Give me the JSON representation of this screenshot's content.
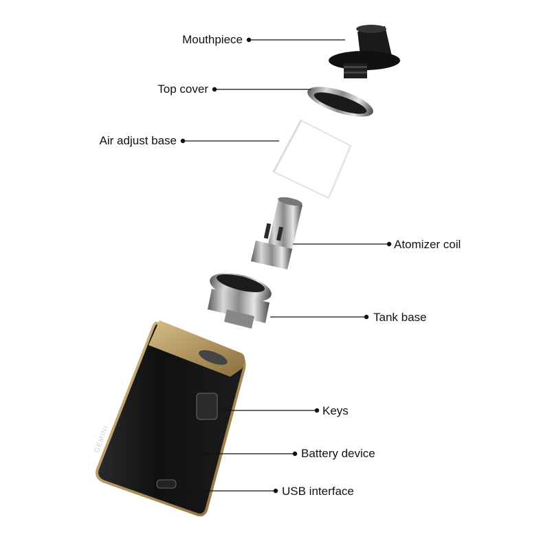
{
  "labels": {
    "mouthpiece": "Mouthpiece",
    "top_cover": "Top cover",
    "air_adjust_base": "Air adjust base",
    "atomizer_coil": "Atomizer coil",
    "tank_base": "Tank base",
    "keys": "Keys",
    "battery_device": "Battery device",
    "usb_interface": "USB interface"
  },
  "device_brand": "GEMINI",
  "colors": {
    "leader_line": "#111111",
    "body": "#141414",
    "trim": "#b8995e",
    "metal": "#9a9a9a"
  }
}
